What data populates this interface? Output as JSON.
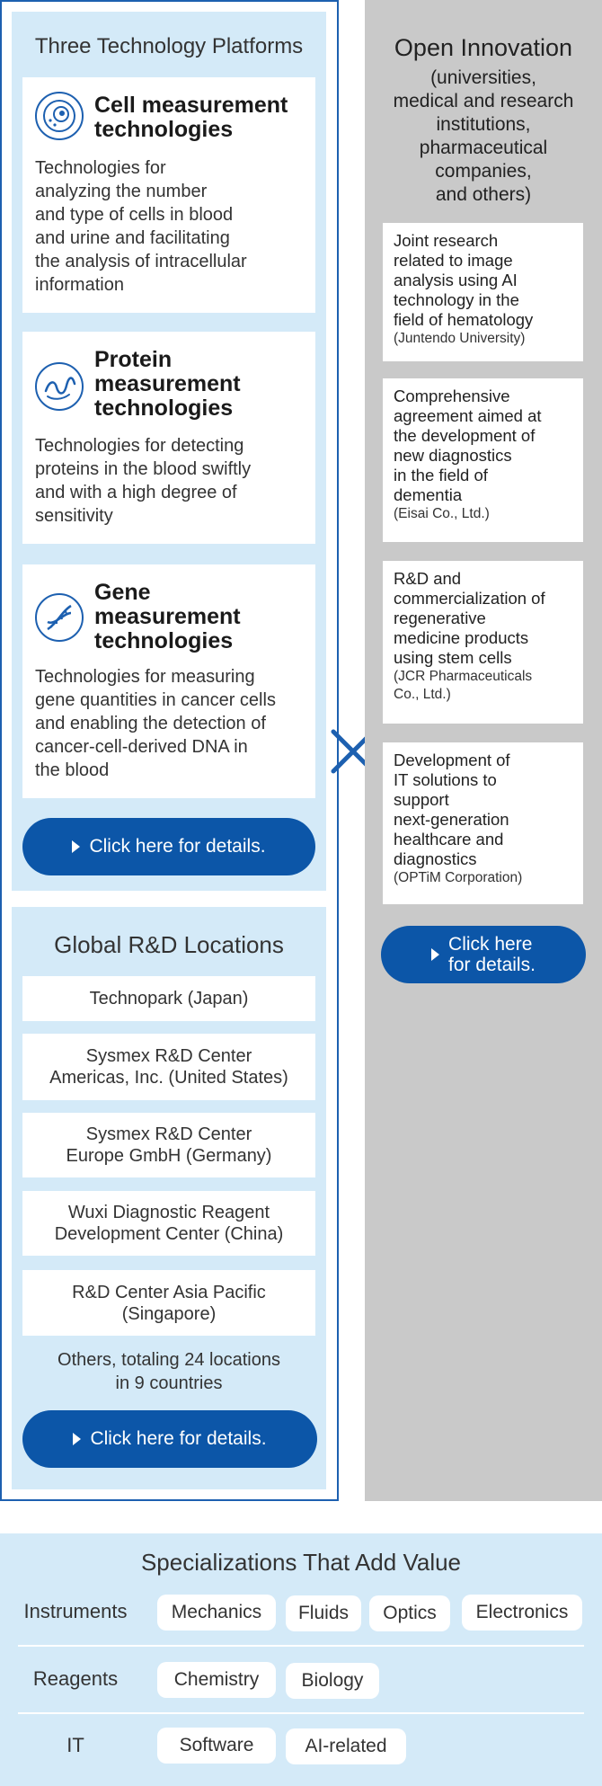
{
  "tech": {
    "title": "Three Technology Platforms",
    "cards": [
      {
        "head": [
          "Cell measurement",
          "technologies"
        ],
        "desc": [
          "Technologies for",
          "analyzing the number",
          "and type of cells in blood",
          "and urine and facilitating",
          "the analysis of intracellular",
          "information"
        ],
        "icon": "cell-icon"
      },
      {
        "head": [
          "Protein",
          "measurement",
          "technologies"
        ],
        "desc": [
          "Technologies for detecting",
          "proteins in the blood swiftly",
          "and with a high degree of",
          "sensitivity"
        ],
        "icon": "protein-icon"
      },
      {
        "head": [
          "Gene",
          "measurement",
          "technologies"
        ],
        "desc": [
          "Technologies for measuring",
          "gene quantities in cancer cells",
          "and enabling the detection of",
          "cancer-cell-derived DNA in",
          "the blood"
        ],
        "icon": "dna-icon"
      }
    ],
    "button": "Click here for details."
  },
  "rnd": {
    "title": "Global R&D Locations",
    "locations": [
      [
        "Technopark (Japan)"
      ],
      [
        "Sysmex R&D Center",
        "Americas, Inc. (United States)"
      ],
      [
        "Sysmex R&D Center",
        "Europe GmbH (Germany)"
      ],
      [
        "Wuxi Diagnostic Reagent",
        "Development Center (China)"
      ],
      [
        "R&D Center Asia Pacific",
        "(Singapore)"
      ]
    ],
    "others": [
      "Others, totaling 24 locations",
      "in 9 countries"
    ],
    "button": "Click here for details."
  },
  "cross_symbol": "×",
  "open_innovation": {
    "title": "Open Innovation",
    "subtitle": [
      "(universities,",
      "medical and research",
      "institutions,",
      "pharmaceutical",
      "companies,",
      "and others)"
    ],
    "cards": [
      {
        "text": [
          "Joint research",
          "related to image",
          "analysis using AI",
          "technology in the",
          "field of hematology"
        ],
        "org": [
          "(Juntendo University)"
        ]
      },
      {
        "text": [
          "Comprehensive",
          "agreement aimed at",
          "the development of",
          "new diagnostics",
          "in the field of",
          "dementia"
        ],
        "org": [
          "(Eisai Co., Ltd.)"
        ]
      },
      {
        "text": [
          "R&D and",
          "commercialization of",
          "regenerative",
          "medicine products",
          "using stem cells"
        ],
        "org": [
          "(JCR Pharmaceuticals",
          "Co., Ltd.)"
        ]
      },
      {
        "text": [
          "Development of",
          "IT solutions to",
          "support",
          "next-generation",
          "healthcare and",
          "diagnostics"
        ],
        "org": [
          "(OPTiM Corporation)"
        ]
      }
    ],
    "button": [
      "Click here",
      "for details."
    ]
  },
  "specializations": {
    "title": "Specializations That Add Value",
    "rows": [
      {
        "label": "Instruments",
        "chips": [
          "Mechanics",
          "Fluids",
          "Optics",
          "Electronics"
        ]
      },
      {
        "label": "Reagents",
        "chips": [
          "Chemistry",
          "Biology"
        ]
      },
      {
        "label": "IT",
        "chips": [
          "Software",
          "AI-related"
        ]
      }
    ]
  },
  "colors": {
    "brand_blue": "#0c56a8",
    "panel_blue": "#d4eaf8",
    "frame_blue": "#1d60b0",
    "gray_panel": "#c9c9c9"
  }
}
